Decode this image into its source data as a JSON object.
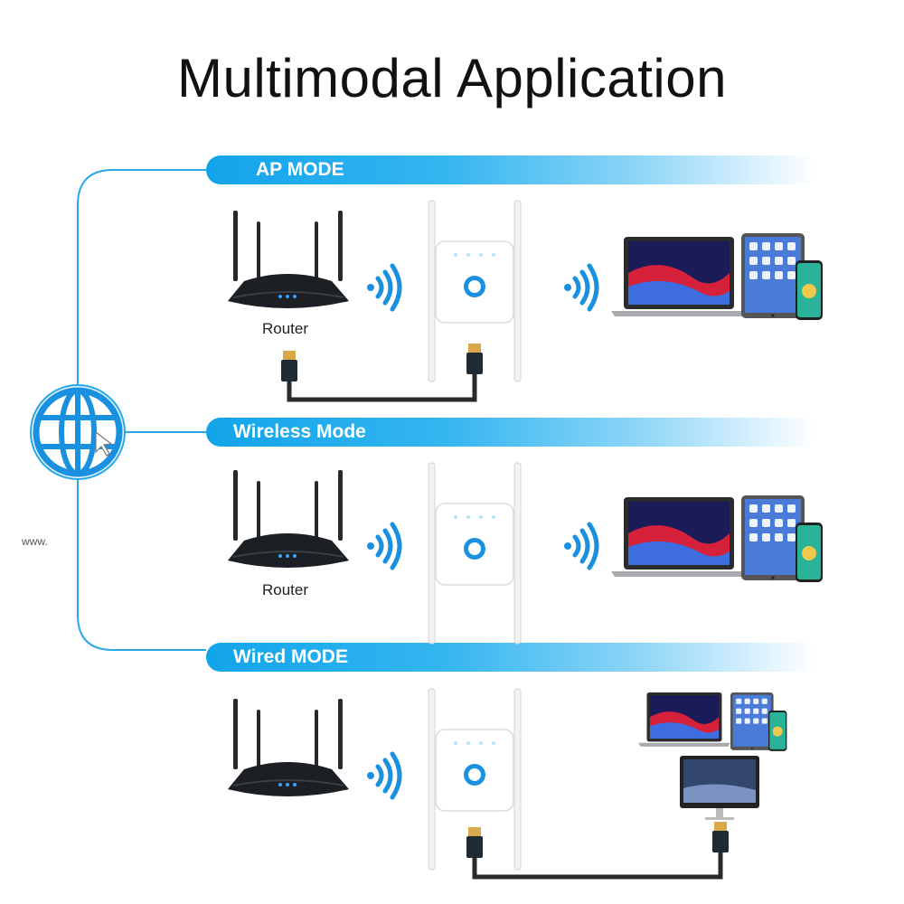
{
  "title": "Multimodal Application",
  "modes": [
    {
      "label": "AP MODE"
    },
    {
      "label": "Wireless Mode"
    },
    {
      "label": "Wired MODE"
    }
  ],
  "router_label": "Router",
  "globe_caption": "www.",
  "colors": {
    "accent": "#12a4ea",
    "connector": "#29a8e8",
    "router_body": "#1c1f24",
    "led": "#3aa0ff",
    "cable": "#2a2a2a"
  },
  "icons": [
    "globe-icon",
    "router-icon",
    "wifi-signal-icon",
    "repeater-icon",
    "laptop-icon",
    "tablet-icon",
    "phone-icon",
    "monitor-icon",
    "ethernet-plug-icon"
  ]
}
